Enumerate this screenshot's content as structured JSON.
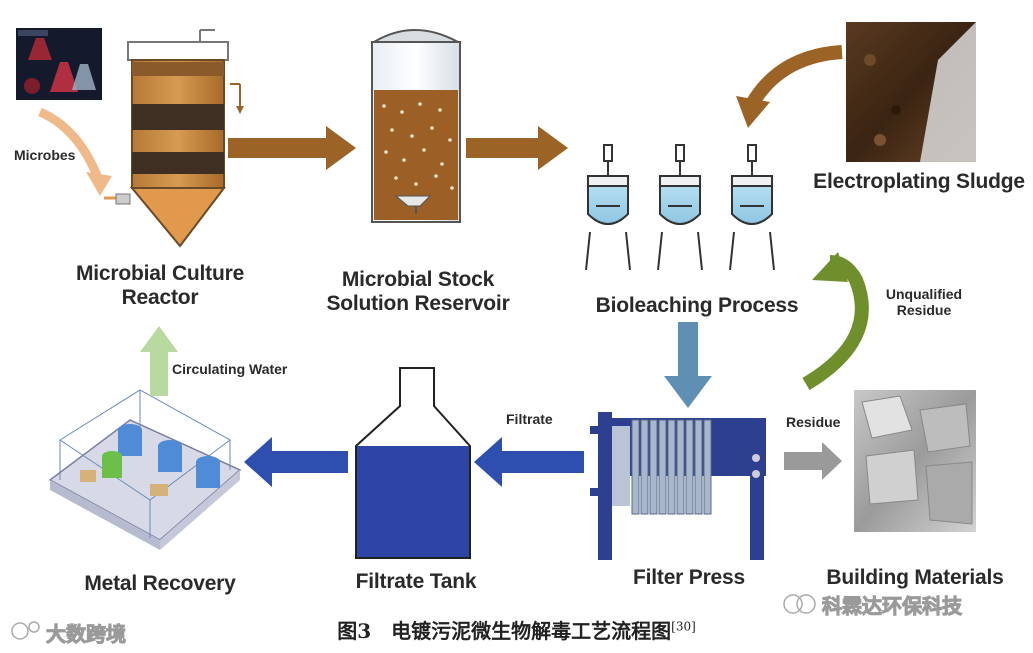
{
  "labels": {
    "microbes": "Microbes",
    "reactor": "Microbial Culture Reactor",
    "reactor_line1": "Microbial Culture",
    "reactor_line2": "Reactor",
    "stock_line1": "Microbial Stock",
    "stock_line2": "Solution Reservoir",
    "bioleaching": "Bioleaching Process",
    "sludge": "Electroplating Sludge",
    "unqualified_line1": "Unqualified",
    "unqualified_line2": "Residue",
    "circulating": "Circulating Water",
    "filtrate": "Filtrate",
    "residue": "Residue",
    "metal_recovery": "Metal Recovery",
    "filtrate_tank": "Filtrate Tank",
    "filter_press": "Filter Press",
    "building": "Building Materials"
  },
  "caption": {
    "text": "图3　电镀污泥微生物解毒工艺流程图",
    "ref": "[30]"
  },
  "watermarks": {
    "left": "大数跨境",
    "right": "科霖达环保科技"
  },
  "colors": {
    "brown_arrow": "#9b6426",
    "green_arrow": "#6e8f2c",
    "light_green_arrow": "#b8d9a0",
    "blue_arrow": "#2f4fb0",
    "steel_blue_arrow": "#5f8fb3",
    "gray_arrow": "#9a9a9a",
    "tank_fill": "#2e45a6"
  }
}
